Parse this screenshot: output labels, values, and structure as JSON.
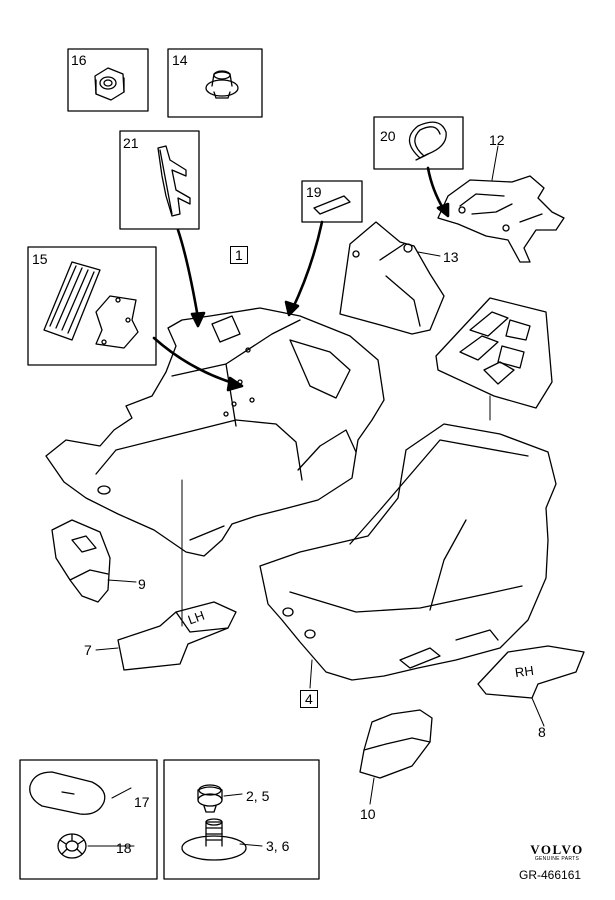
{
  "callouts": {
    "c1": "1",
    "c2_5": "2, 5",
    "c3_6": "3, 6",
    "c4": "4",
    "c7": "7",
    "c8": "8",
    "c9": "9",
    "c10": "10",
    "c12": "12",
    "c13": "13",
    "c14": "14",
    "c15": "15",
    "c16": "16",
    "c17": "17",
    "c18": "18",
    "c19": "19",
    "c20": "20",
    "c21": "21"
  },
  "part_marks": {
    "lh": "LH",
    "rh": "RH"
  },
  "brand": {
    "name": "VOLVO",
    "sub": "GENUINE PARTS"
  },
  "reference": "GR-466161"
}
